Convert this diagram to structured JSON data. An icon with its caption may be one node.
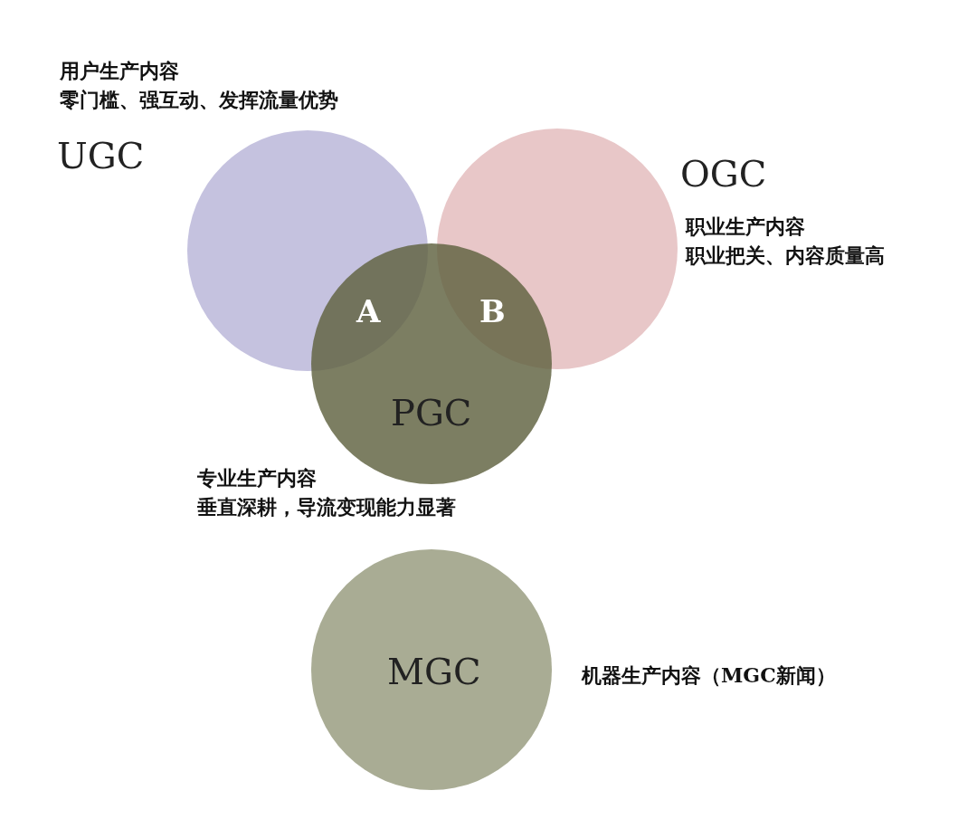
{
  "diagram": {
    "nodes": [
      {
        "text": [
          "UGC"
        ],
        "beside": [
          "用户生产内容",
          "零门槛、强互动、发挥流量优势"
        ]
      },
      {
        "text": [
          "OGC"
        ],
        "beside": [
          "职业生产内容",
          "职业把关、内容质量高"
        ]
      },
      {
        "text": [
          "PGC"
        ],
        "beside": [
          "专业生产内容",
          "垂直深耕，导流变现能力显著"
        ]
      },
      {
        "text": [
          "MGC"
        ],
        "beside": [
          "机器生产内容（MGC新闻）"
        ]
      }
    ],
    "labels": [
      "A",
      "B"
    ]
  }
}
